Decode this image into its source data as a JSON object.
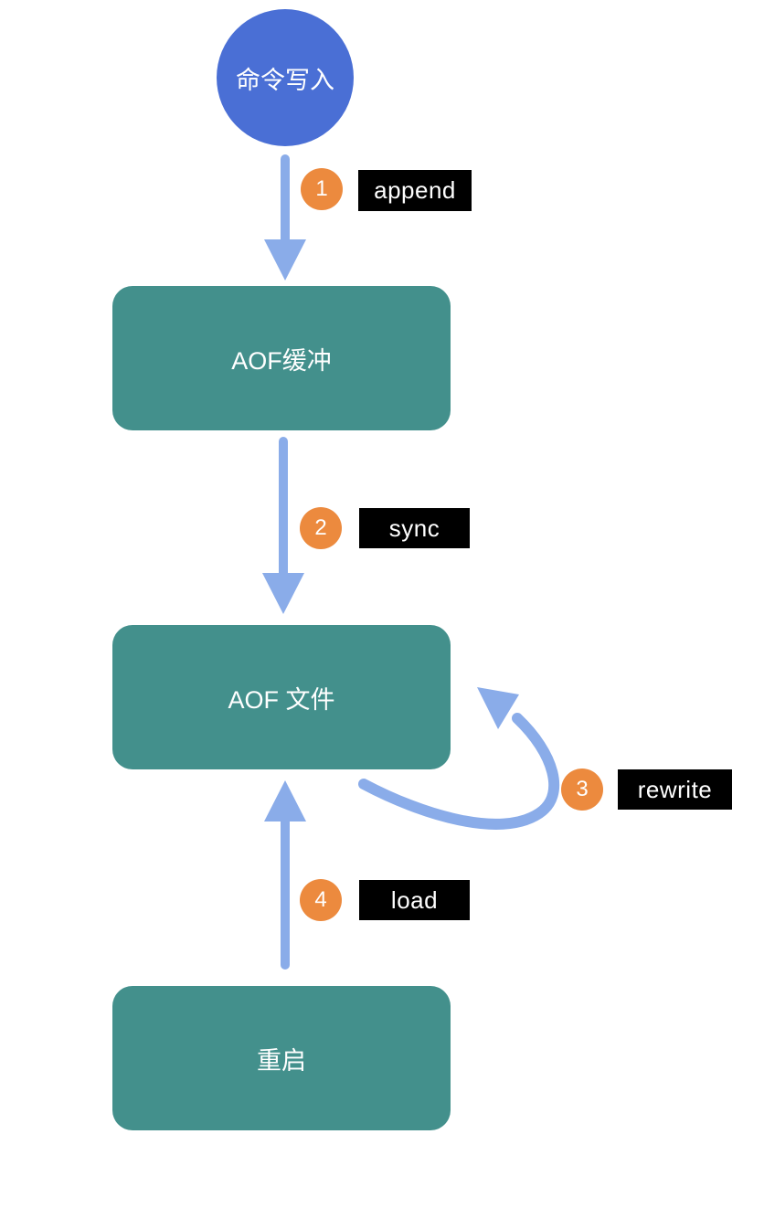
{
  "diagram": {
    "nodes": {
      "command_write": {
        "label": "命令写入"
      },
      "aof_buffer": {
        "label": "AOF缓冲"
      },
      "aof_file": {
        "label": "AOF 文件"
      },
      "restart": {
        "label": "重启"
      }
    },
    "steps": {
      "append": {
        "num": "1",
        "label": "append"
      },
      "sync": {
        "num": "2",
        "label": "sync"
      },
      "rewrite": {
        "num": "3",
        "label": "rewrite"
      },
      "load": {
        "num": "4",
        "label": "load"
      }
    }
  },
  "colors": {
    "background": "#ffffff",
    "circle_fill": "#4a6fd5",
    "box_fill": "#43908c",
    "arrow_fill": "#8aace9",
    "badge_fill": "#ec8a3e",
    "label_bg": "#000000",
    "label_text": "#ffffff",
    "node_text": "#ffffff"
  }
}
